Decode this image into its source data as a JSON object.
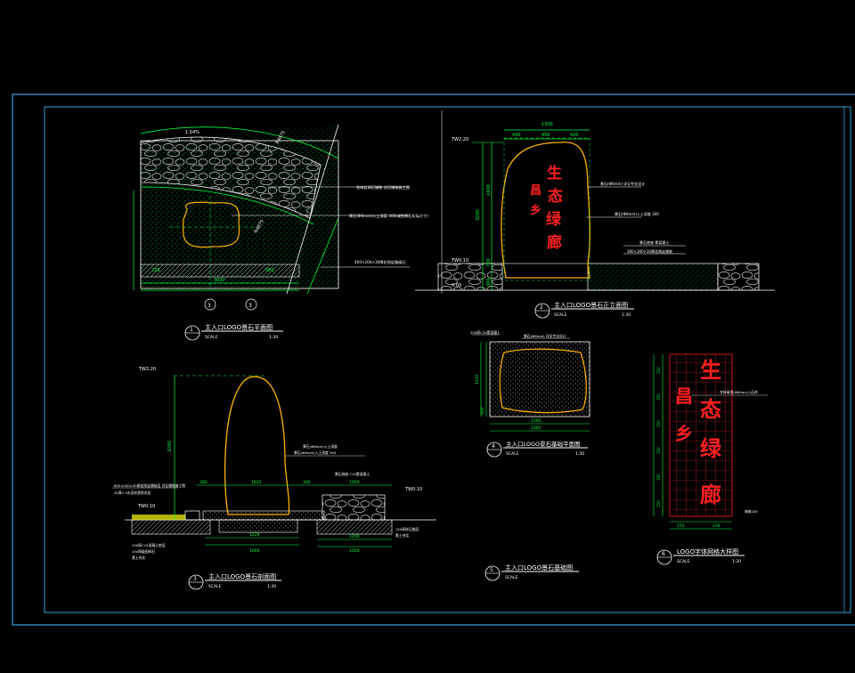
{
  "colors": {
    "background": "#000000",
    "frame": "#3aa0d8",
    "dimension": "#00ff40",
    "rock_outline": "#ffb400",
    "text": "#ffffff",
    "calligraphy": "#ff2020",
    "paving": "#c0c0c0"
  },
  "drawing_1": {
    "index": "1",
    "sheet_ref": "-",
    "title": "主入口LOGO景石平面图",
    "scale_label": "SCALE",
    "scale": "1:30",
    "callout_a": "3",
    "callout_b": "3",
    "dim_bottom": "3020",
    "dim_left": "720",
    "dim_right": "500",
    "radius_a": "R4875",
    "radius_b": "R4875",
    "top_note": "1.54%",
    "annotations": [
      "花岗岩卵石铺装  详见铺装施工图",
      "景石(Ф6mm)入土深度 300(或按景石实际尺寸)",
      "400×200×30厚花岗岩路缘石"
    ]
  },
  "drawing_2": {
    "index": "2",
    "sheet_ref": "-",
    "title": "主入口LOGO景石正立面图",
    "scale_label": "SCALE",
    "scale": "1:30",
    "dims_top": [
      "1300",
      "430",
      "450",
      "420"
    ],
    "dim_height": "3200",
    "dim_upper": "2400",
    "dim_lower": "700",
    "dim_base": "300",
    "level_top": "TW2.20",
    "level_bottom": "TW0.10",
    "level_ground": "0.00",
    "calligraphy": [
      "生",
      "态",
      "绿",
      "廊",
      "昌",
      "乡"
    ],
    "annotations": [
      "景石(Ф6mm) 详见专业设计",
      "景石(Ф6mm)入土深度 300",
      "景石底座 素混凝土",
      "300×300×30厚花岗岩铺装"
    ]
  },
  "drawing_3": {
    "index": "3",
    "sheet_ref": "-",
    "title": "主入口LOGO景石剖面图",
    "scale_label": "SCALE",
    "scale": "1:30",
    "level_top": "TW2.20",
    "level_mid": "TW0.10",
    "level_right": "TW0.10",
    "dim_height": "3200",
    "dims_bottom": [
      "1220",
      "1000",
      "1200",
      "1200"
    ],
    "dims_mid": [
      "300",
      "1820",
      "300",
      "1000"
    ],
    "annotations_left": [
      "600×200×30厚花岗岩铺装层 详见铺装施工图",
      "30厚1:3水泥砂浆结合层",
      "100厚C15混凝土垫层",
      "150厚级配碎石",
      "素土夯实"
    ],
    "annotations_right": [
      "景石(Ф6mm)入土深度",
      "景石(Ф6mm)入土深度 300",
      "景石底座 C15素混凝土",
      "150厚碎石垫层",
      "素土夯实"
    ]
  },
  "drawing_4": {
    "index": "4",
    "sheet_ref": "-",
    "title": "主入口LOGO景石基础平面图",
    "scale_label": "SCALE",
    "scale": "1:30",
    "dims_bottom": [
      "1500",
      "1960"
    ],
    "dims_side": [
      "1220",
      "320"
    ],
    "annotations": [
      "200厚C20素混凝土",
      "景石(Ф6mm) 详见专业设计"
    ]
  },
  "drawing_5": {
    "index": "5",
    "sheet_ref": "-",
    "title": "主入口LOGO景石基础图",
    "scale_label": "SCALE"
  },
  "drawing_6": {
    "index": "6",
    "sheet_ref": "-",
    "title": "LOGO字体网格大样图",
    "scale_label": "SCALE",
    "scale": "1:20",
    "calligraphy": [
      "生",
      "态",
      "绿",
      "廊",
      "昌",
      "乡"
    ],
    "dims_bottom": [
      "150",
      "150"
    ],
    "dims_side": [
      "150",
      "150",
      "150",
      "150",
      "150",
      "150"
    ],
    "annotations": [
      "字体采用(Ф6mm)入石材",
      "每格100"
    ]
  }
}
